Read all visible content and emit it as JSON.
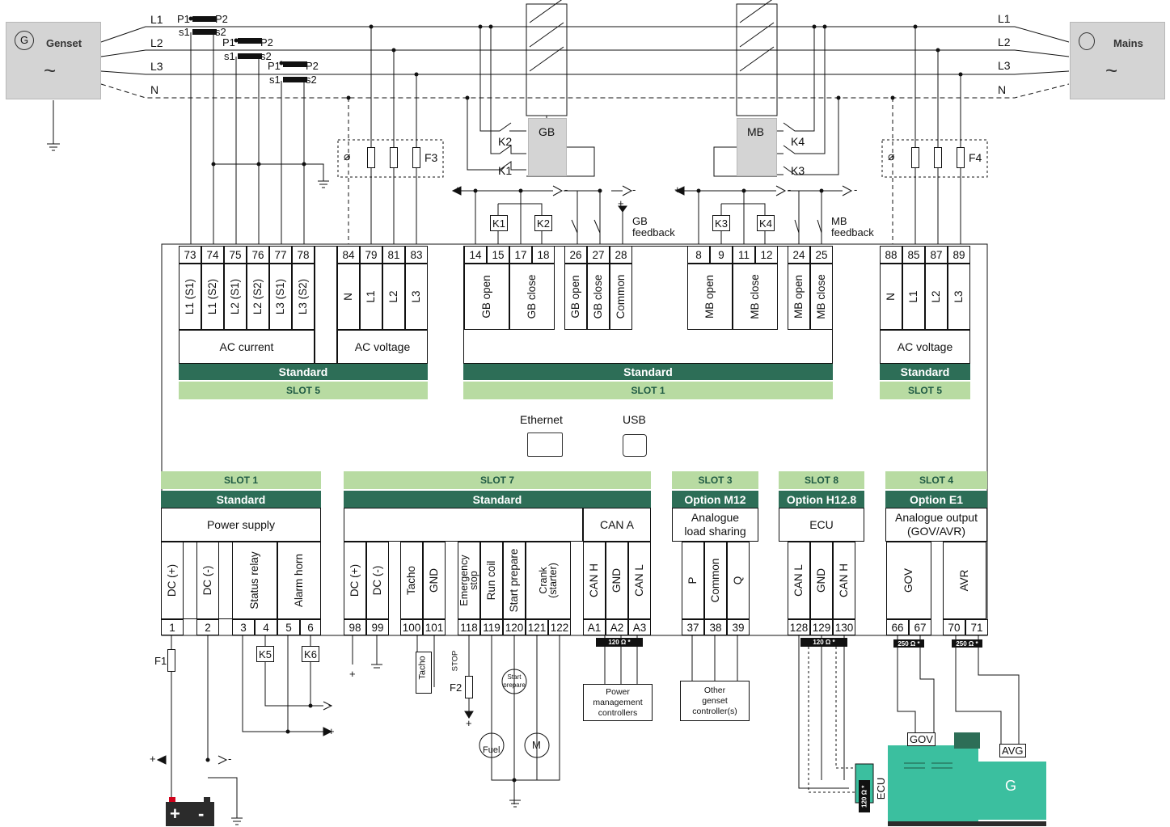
{
  "sources": {
    "genset": {
      "label": "Genset",
      "symbol": "G",
      "wave": "~"
    },
    "mains": {
      "label": "Mains",
      "wave": "~"
    }
  },
  "lines": {
    "l1": "L1",
    "l2": "L2",
    "l3": "L3",
    "n": "N"
  },
  "cts": {
    "p1": "P1",
    "p2": "P2",
    "s1": "s1",
    "s2": "s2"
  },
  "breakers": {
    "gb": "GB",
    "mb": "MB"
  },
  "relays": {
    "k1": "K1",
    "k2": "K2",
    "k3": "K3",
    "k4": "K4",
    "k5": "K5",
    "k6": "K6"
  },
  "fuses": {
    "f1": "F1",
    "f2": "F2",
    "f3": "F3",
    "f4": "F4"
  },
  "signs": {
    "plus": "+",
    "minus": "-"
  },
  "feedback": {
    "gb": "GB\nfeedback",
    "mb": "MB\nfeedback"
  },
  "ports": {
    "ethernet": "Ethernet",
    "usb": "USB"
  },
  "top_left": {
    "numbers": [
      "73",
      "74",
      "75",
      "76",
      "77",
      "78"
    ],
    "labels": [
      "L1 (S1)",
      "L1 (S2)",
      "L2 (S1)",
      "L2 (S2)",
      "L3 (S1)",
      "L3 (S2)"
    ],
    "group": "AC current",
    "standard": "Standard",
    "slot": "SLOT 5"
  },
  "top_volt_g": {
    "numbers": [
      "84",
      "79",
      "81",
      "83"
    ],
    "labels": [
      "N",
      "L1",
      "L2",
      "L3"
    ],
    "group": "AC voltage"
  },
  "top_mid": {
    "groups": [
      {
        "numbers": [
          "14",
          "15"
        ],
        "label": "GB open"
      },
      {
        "numbers": [
          "17",
          "18"
        ],
        "label": "GB close"
      },
      {
        "numbers": [
          "26",
          "27",
          "28"
        ],
        "labels": [
          "GB open",
          "GB close",
          "Common"
        ]
      },
      {
        "numbers": [
          "8",
          "9"
        ],
        "label": "MB open"
      },
      {
        "numbers": [
          "11",
          "12"
        ],
        "label": "MB close"
      },
      {
        "numbers": [
          "24",
          "25"
        ],
        "labels": [
          "MB open",
          "MB close"
        ]
      }
    ],
    "standard": "Standard",
    "slot": "SLOT 1"
  },
  "top_right": {
    "numbers": [
      "88",
      "85",
      "87",
      "89"
    ],
    "labels": [
      "N",
      "L1",
      "L2",
      "L3"
    ],
    "group": "AC voltage",
    "standard": "Standard",
    "slot": "SLOT 5"
  },
  "bottom": {
    "slot1": {
      "slot": "SLOT 1",
      "header": "Standard",
      "group": "Power supply",
      "labels": [
        "DC (+)",
        "DC (-)",
        "Status relay",
        "Alarm horn"
      ],
      "numbers": [
        "1",
        "2",
        "3",
        "4",
        "5",
        "6"
      ]
    },
    "slot7": {
      "slot": "SLOT 7",
      "header": "Standard",
      "group": "CAN A",
      "labels": [
        "DC (+)",
        "DC (-)",
        "Tacho",
        "GND",
        "Emergency\nstop",
        "Run coil",
        "Start prepare",
        "Crank\n(starter)",
        "CAN H",
        "GND",
        "CAN L"
      ],
      "numbers": [
        "98",
        "99",
        "100",
        "101",
        "118",
        "119",
        "120",
        "121",
        "122",
        "A1",
        "A2",
        "A3"
      ]
    },
    "slot3": {
      "slot": "SLOT 3",
      "header": "Option M12",
      "group": "Analogue\nload sharing",
      "labels": [
        "P",
        "Common",
        "Q"
      ],
      "numbers": [
        "37",
        "38",
        "39"
      ]
    },
    "slot8": {
      "slot": "SLOT 8",
      "header": "Option H12.8",
      "group": "ECU",
      "labels": [
        "CAN L",
        "GND",
        "CAN H"
      ],
      "numbers": [
        "128",
        "129",
        "130"
      ]
    },
    "slot4": {
      "slot": "SLOT 4",
      "header": "Option E1",
      "group": "Analogue output\n(GOV/AVR)",
      "labels": [
        "GOV",
        "AVR"
      ],
      "numbers": [
        "66",
        "67",
        "70",
        "71"
      ]
    }
  },
  "resistors": {
    "r120": "120 Ω *",
    "r250": "250 Ω *"
  },
  "notes": {
    "pmc": "Power\nmanagement\ncontrollers",
    "ogc": "Other\ngenset\ncontroller(s)"
  },
  "field": {
    "tacho": "Tacho",
    "stop": "STOP",
    "start_prepare": "Start\nprepare",
    "fuel": "Fuel",
    "motor": "M",
    "gov": "GOV",
    "avg": "AVG",
    "ecu": "ECU",
    "gen": "G"
  },
  "colors": {
    "dark_green": "#2d6e57",
    "light_green": "#b8dba2",
    "grey": "#d4d4d4",
    "engine": "#3bbf9f",
    "red": "#d0021b"
  }
}
